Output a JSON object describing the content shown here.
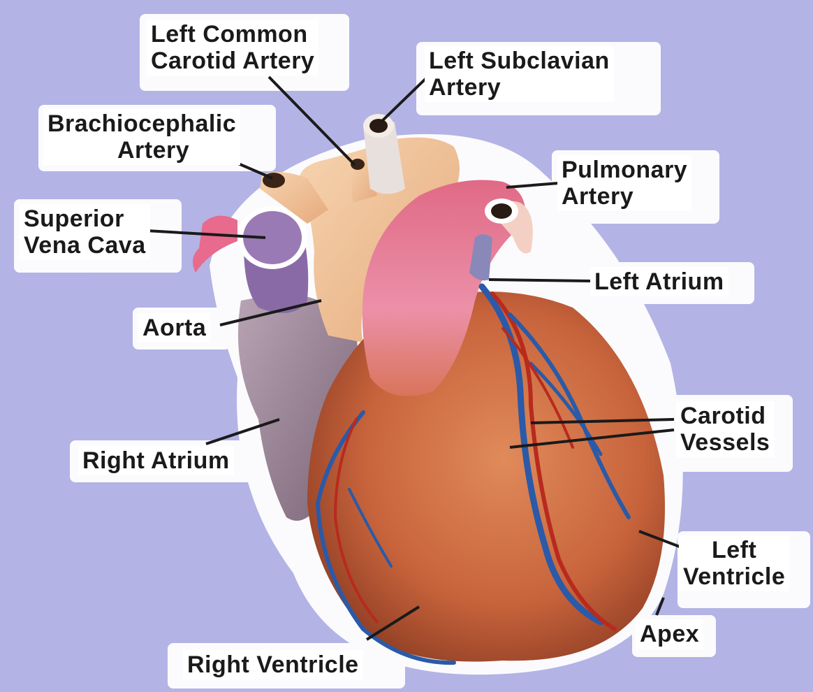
{
  "labels": {
    "left_common_carotid_artery": [
      "Left Common",
      "Carotid Artery"
    ],
    "left_subclavian_artery": [
      "Left Subclavian",
      "Artery"
    ],
    "brachiocephalic_artery": [
      "Brachiocephalic",
      "Artery"
    ],
    "pulmonary_artery": [
      "Pulmonary",
      "Artery"
    ],
    "superior_vena_cava": [
      "Superior",
      "Vena Cava"
    ],
    "left_atrium": [
      "Left Atrium"
    ],
    "aorta": [
      "Aorta"
    ],
    "carotid_vessels": [
      "Carotid",
      "Vessels"
    ],
    "right_atrium": [
      "Right Atrium"
    ],
    "left_ventricle": [
      "Left",
      "Ventricle"
    ],
    "apex": [
      "Apex"
    ],
    "right_ventricle": [
      "Right Ventricle"
    ]
  },
  "colors": {
    "background": "#b3b3e6",
    "label_background": "#ffffff",
    "heart_muscle": "#c8643c",
    "aorta": "#f2c49a",
    "pulmonary_artery": "#e87a96",
    "vena_cava": "#9a7ab4",
    "right_atrium": "#a08c9c",
    "vein": "#2a5aa8",
    "artery": "#b82a1e",
    "leader_line": "#1a1a1a"
  }
}
